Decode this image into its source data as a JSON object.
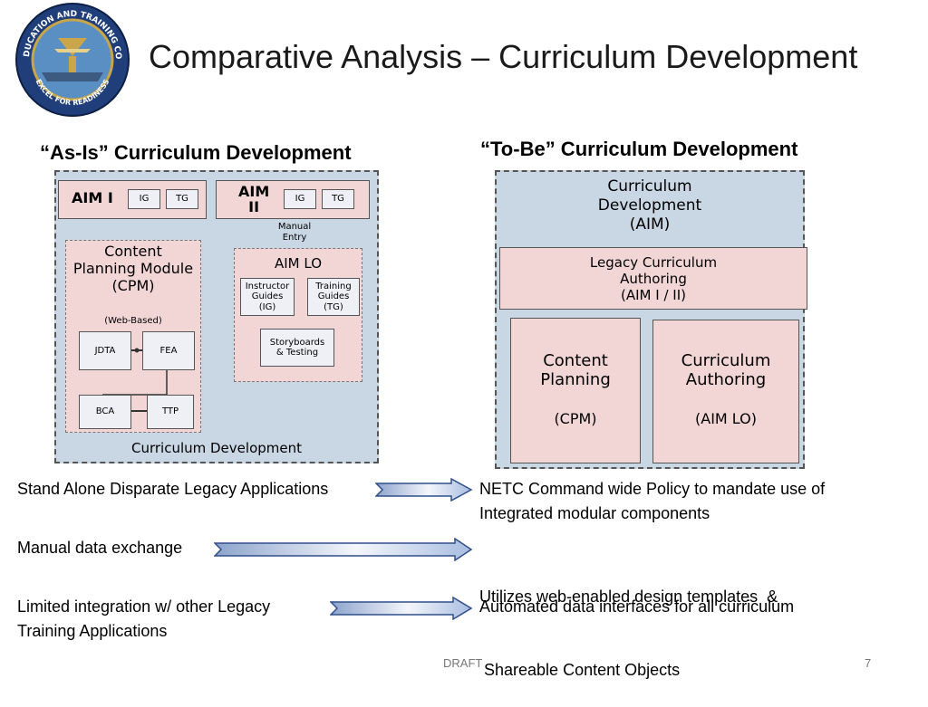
{
  "slide": {
    "title": "Comparative Analysis – Curriculum Development",
    "page_number": "7",
    "footer": "DRAFT"
  },
  "logo": {
    "top_text": "NAVAL EDUCATION AND TRAINING COMMAND",
    "bottom_text": "EXCEL FOR READINESS"
  },
  "as_is": {
    "heading": "“As-Is” Curriculum Development",
    "aim1": {
      "label": "AIM I",
      "ig": "IG",
      "tg": "TG"
    },
    "aim2": {
      "label_line1": "AIM",
      "label_line2": "II",
      "ig": "IG",
      "tg": "TG"
    },
    "manual_entry": [
      "Manual",
      "Entry"
    ],
    "cpm": {
      "title": [
        "Content",
        "Planning Module",
        "(CPM)"
      ],
      "web_based": "(Web-Based)",
      "boxes": [
        "JDTA",
        "FEA",
        "BCA",
        "TTP"
      ]
    },
    "aim_lo": {
      "title": "AIM LO",
      "instructor_guides": [
        "Instructor",
        "Guides",
        "(IG)"
      ],
      "training_guides": [
        "Training",
        "Guides",
        "(TG)"
      ],
      "storyboards": [
        "Storyboards",
        "& Testing"
      ]
    },
    "footer_label": "Curriculum Development"
  },
  "to_be": {
    "heading": "“To-Be” Curriculum Development",
    "top": [
      "Curriculum",
      "Development",
      "(AIM)"
    ],
    "legacy": [
      "Legacy Curriculum",
      "Authoring",
      "(AIM I / II)"
    ],
    "content_planning": [
      "Content",
      "Planning",
      "(CPM)"
    ],
    "curriculum_authoring": [
      "Curriculum",
      "Authoring",
      "(AIM LO)"
    ]
  },
  "comparisons": [
    {
      "left": [
        "Stand Alone Disparate Legacy Applications"
      ],
      "right": [
        "NETC Command wide Policy to mandate use of",
        "Integrated modular components"
      ]
    },
    {
      "left": [
        "Manual data exchange"
      ],
      "right": [
        "Utilizes web-enabled design templates  &",
        " Shareable Content Objects"
      ]
    },
    {
      "left": [
        "Limited integration w/ other  Legacy",
        "Training Applications"
      ],
      "right": [
        "Automated data interfaces for all curriculum"
      ]
    }
  ]
}
